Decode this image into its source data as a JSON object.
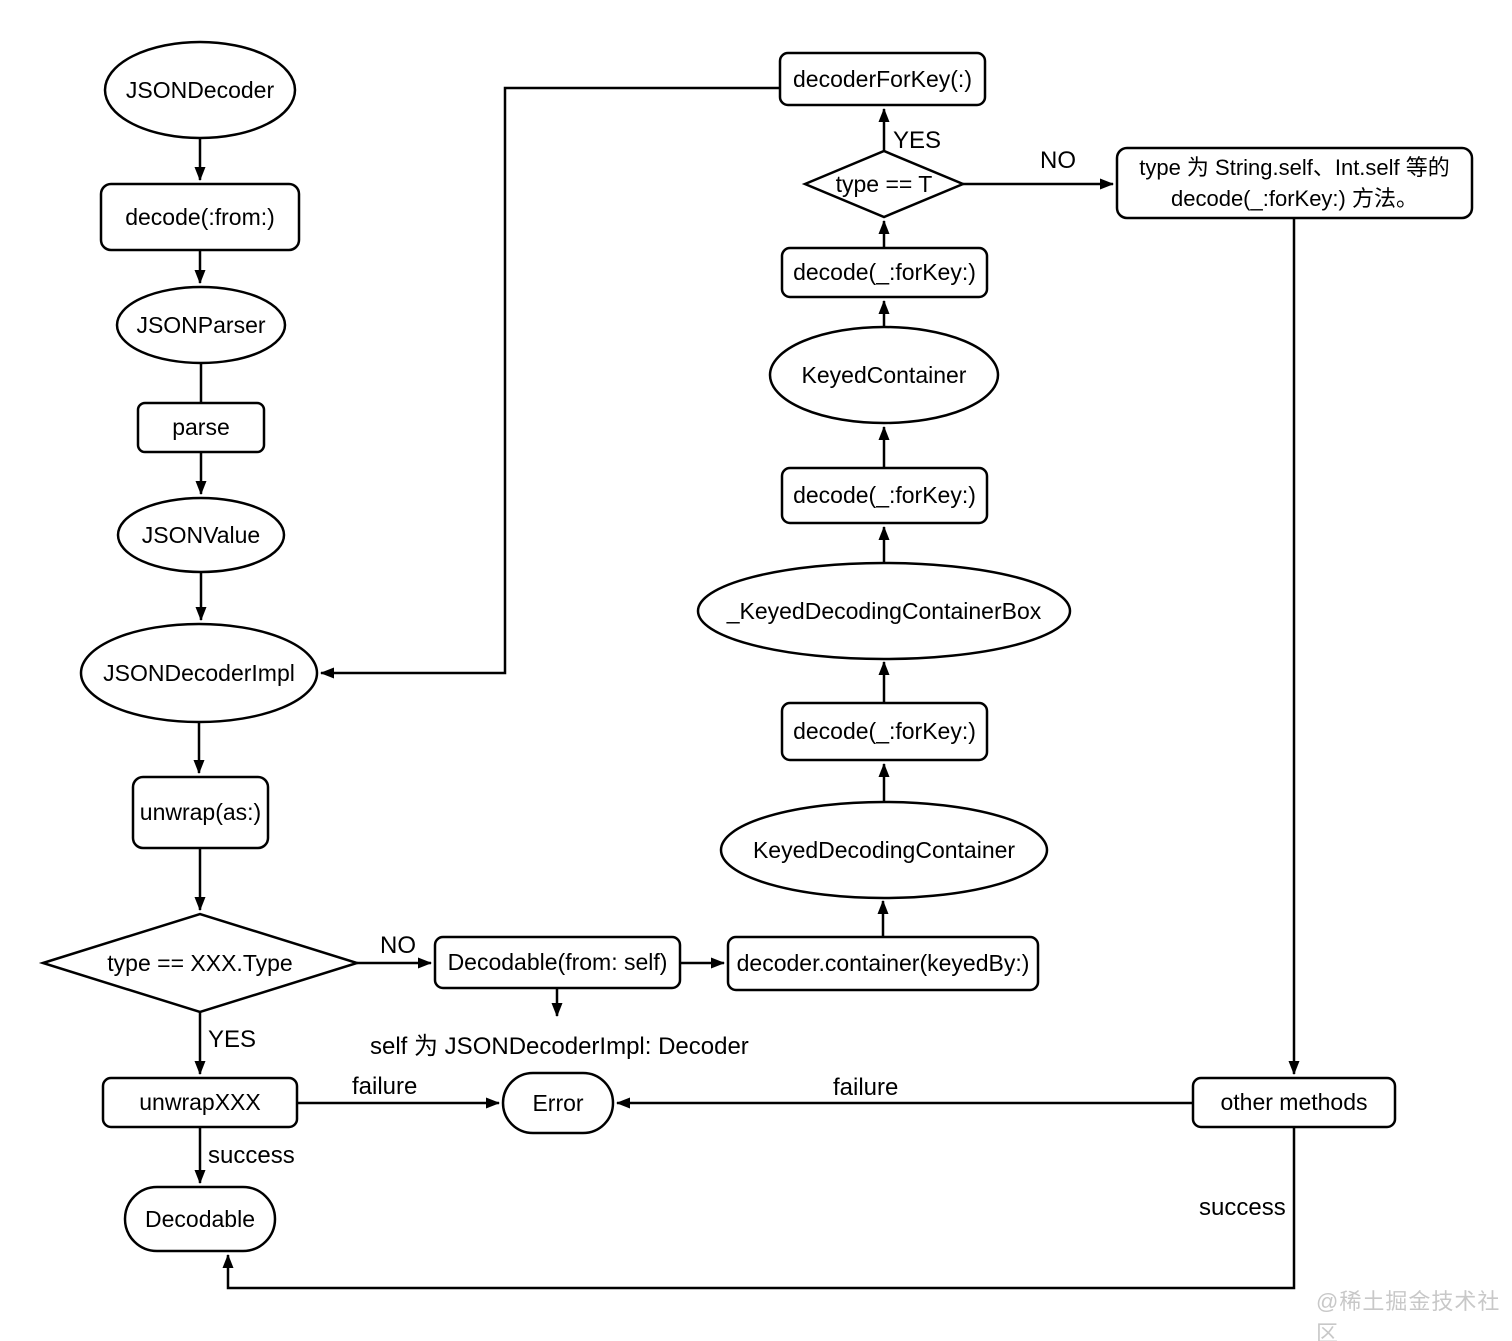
{
  "canvas": {
    "background": "#ffffff",
    "stroke_color": "#000000",
    "watermark_color": "#c8c8c8"
  },
  "nodes": {
    "jsondecoder": {
      "label": "JSONDecoder"
    },
    "decode_from": {
      "label": "decode(:from:)"
    },
    "jsonparser": {
      "label": "JSONParser"
    },
    "parse": {
      "label": "parse"
    },
    "jsonvalue": {
      "label": "JSONValue"
    },
    "jsondecoderimpl": {
      "label": "JSONDecoderImpl"
    },
    "unwrap_as": {
      "label": "unwrap(as:)"
    },
    "type_xxx_diamond": {
      "label": "type == XXX.Type"
    },
    "unwrapxxx": {
      "label": "unwrapXXX"
    },
    "decodable_terminal": {
      "label": "Decodable"
    },
    "error": {
      "label": "Error"
    },
    "decodable_from_self": {
      "label": "Decodable(from: self)"
    },
    "decoder_container": {
      "label": "decoder.container(keyedBy:)"
    },
    "keyed_decoding_container": {
      "label": "KeyedDecodingContainer"
    },
    "decode_forkey_lower": {
      "label": "decode(_:forKey:)"
    },
    "keyed_decoding_container_box": {
      "label": "_KeyedDecodingContainerBox"
    },
    "decode_forkey_middle": {
      "label": "decode(_:forKey:)"
    },
    "keyed_container": {
      "label": "KeyedContainer"
    },
    "decode_forkey_upper": {
      "label": "decode(_:forKey:)"
    },
    "type_t_diamond": {
      "label": "type == T"
    },
    "decoder_for_key": {
      "label": "decoderForKey(:)"
    },
    "type_note": {
      "line1": "type 为 String.self、Int.self 等的",
      "line2": "decode(_:forKey:) 方法。"
    },
    "other_methods": {
      "label": "other methods"
    }
  },
  "edge_labels": {
    "type_xxx_yes": "YES",
    "type_xxx_no": "NO",
    "type_t_yes": "YES",
    "type_t_no": "NO",
    "unwrapxxx_failure": "failure",
    "unwrapxxx_success": "success",
    "other_methods_failure": "failure",
    "other_methods_success": "success"
  },
  "annotations": {
    "self_note": "self 为 JSONDecoderImpl: Decoder",
    "watermark": "@稀土掘金技术社区"
  }
}
